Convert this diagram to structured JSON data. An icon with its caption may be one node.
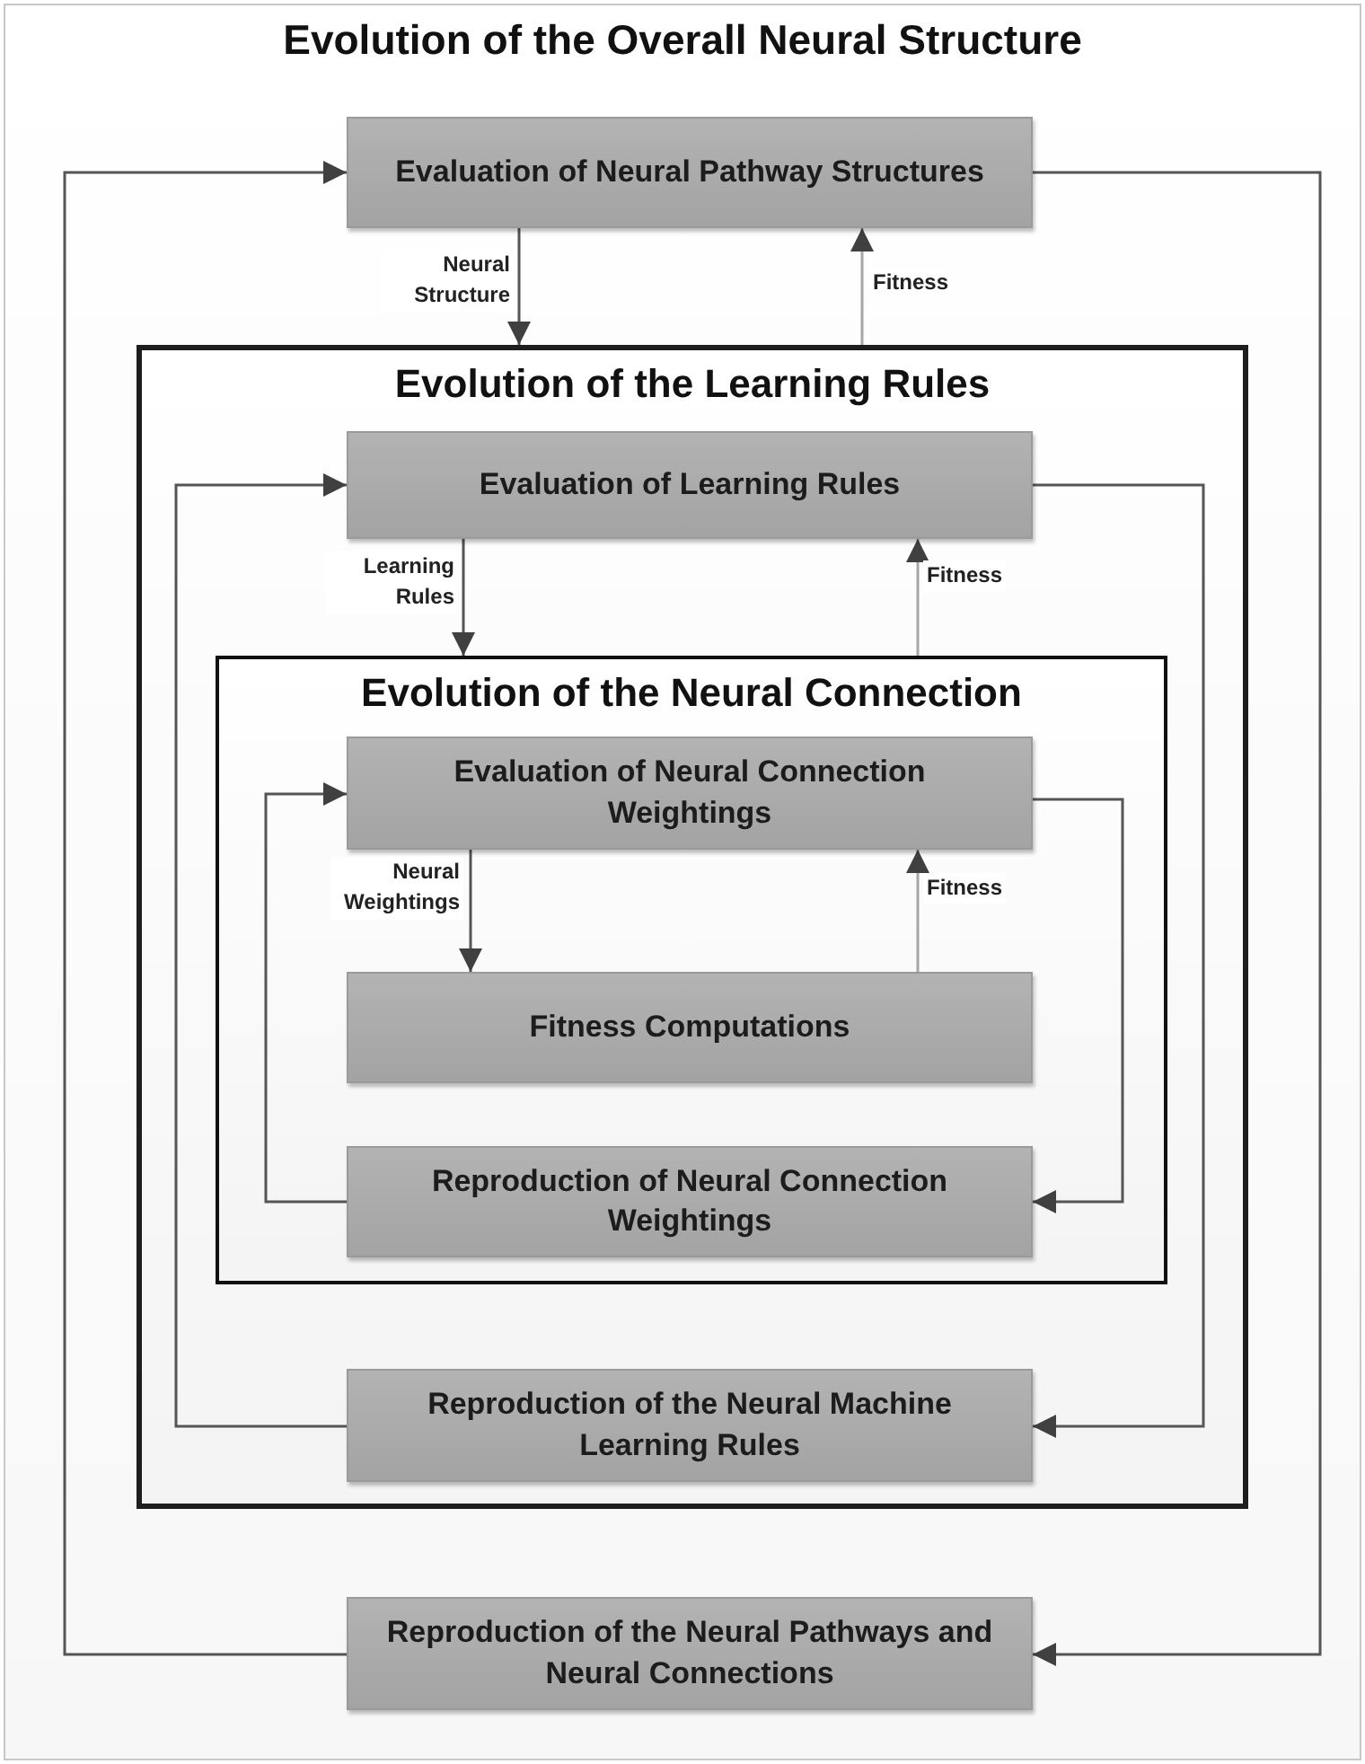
{
  "diagram": {
    "nodes": [
      {
        "text": [
          "Evolution of the Overall Neural Structure"
        ]
      },
      {
        "text": [
          "Evaluation of Neural Pathway Structures"
        ],
        "in": 0
      },
      {
        "text": [
          "Evolution of the Learning Rules"
        ],
        "in": 0
      },
      {
        "text": [
          "Evaluation of Learning Rules"
        ],
        "in": 2
      },
      {
        "text": [
          "Evolution of the Neural Connection"
        ],
        "in": 2
      },
      {
        "text": [
          "Evaluation of Neural Connection Weightings"
        ],
        "in": 4
      },
      {
        "text": [
          "Fitness Computations"
        ],
        "in": 4
      },
      {
        "text": [
          "Reproduction of Neural Connection Weightings"
        ],
        "in": 4
      },
      {
        "text": [
          "Reproduction of the Neural Machine Learning Rules"
        ],
        "in": 2
      },
      {
        "text": [
          "Reproduction of the Neural Pathways and Neural Connections"
        ],
        "in": 0
      }
    ],
    "edges": [
      {
        "from": 1,
        "to": 2,
        "arrow": "to",
        "label": "Neural Structure"
      },
      {
        "from": 2,
        "to": 1,
        "arrow": "to",
        "label": "Fitness",
        "color": "#a6a6a6"
      },
      {
        "from": 3,
        "to": 4,
        "arrow": "to",
        "label": "Learning Rules"
      },
      {
        "from": 4,
        "to": 3,
        "arrow": "to",
        "label": "Fitness",
        "color": "#a6a6a6"
      },
      {
        "from": 5,
        "to": 6,
        "arrow": "to",
        "label": "Neural Weightings"
      },
      {
        "from": 6,
        "to": 5,
        "arrow": "to",
        "label": "Fitness",
        "color": "#a6a6a6"
      },
      {
        "from": 5,
        "to": 7,
        "arrow": "to"
      },
      {
        "from": 7,
        "to": 5,
        "arrow": "to"
      },
      {
        "from": 3,
        "to": 8,
        "arrow": "to"
      },
      {
        "from": 8,
        "to": 3,
        "arrow": "to"
      },
      {
        "from": 1,
        "to": 9,
        "arrow": "to"
      },
      {
        "from": 9,
        "to": 1,
        "arrow": "to"
      }
    ]
  }
}
